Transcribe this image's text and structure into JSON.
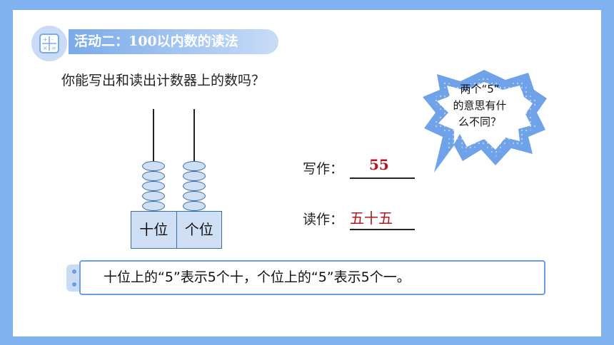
{
  "header": {
    "title": "活动二：100以内数的读法",
    "icon": "calculator-icon"
  },
  "question": "你能写出和读出计数器上的数吗？",
  "abacus": {
    "tens_label": "十位",
    "ones_label": "个位",
    "tens_beads": 5,
    "ones_beads": 5
  },
  "write": {
    "label": "写作：",
    "answer": "55"
  },
  "read": {
    "label": "读作：",
    "answer": "五十五"
  },
  "bubble": {
    "line1": "两个“5”",
    "line2": "的意思有什",
    "line3": "么不同？"
  },
  "note": "十位上的“5”表示5个十，个位上的“5”表示5个一。",
  "colors": {
    "frame": "#7fb2ef",
    "accent": "#6b9ee6",
    "answer": "#b3171d",
    "bead": "#cfe0f4"
  }
}
